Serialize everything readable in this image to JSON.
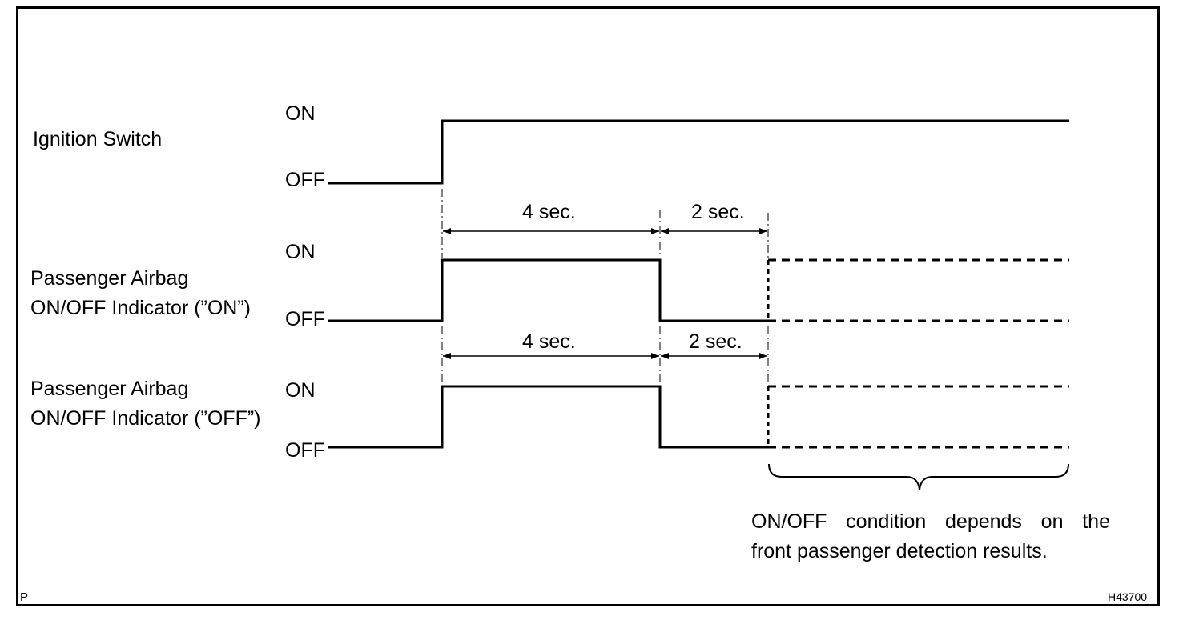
{
  "signals": [
    {
      "name_lines": [
        "Ignition Switch"
      ],
      "on_label": "ON",
      "off_label": "OFF"
    },
    {
      "name_lines": [
        "Passenger Airbag",
        "ON/OFF Indicator (”ON”)"
      ],
      "on_label": "ON",
      "off_label": "OFF"
    },
    {
      "name_lines": [
        "Passenger Airbag",
        "ON/OFF Indicator (”OFF”)"
      ],
      "on_label": "ON",
      "off_label": "OFF"
    }
  ],
  "intervals": [
    {
      "first": "4 sec.",
      "second": "2 sec."
    },
    {
      "first": "4 sec.",
      "second": "2 sec."
    }
  ],
  "note_lines": [
    "ON/OFF condition depends on the",
    "front passenger detection results."
  ],
  "corner_left": "P",
  "figure_id": "H43700"
}
